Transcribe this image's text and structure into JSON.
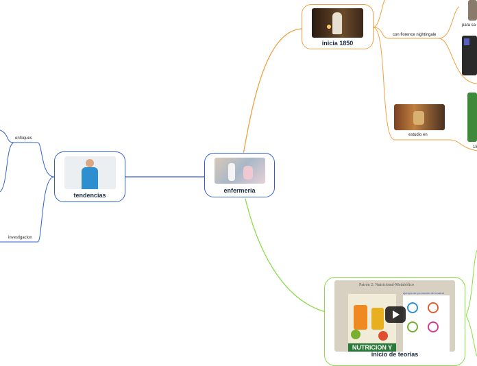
{
  "central": {
    "label": "enfermeria"
  },
  "left": {
    "main": {
      "label": "tendencias"
    },
    "children": [
      {
        "label": "enfoques"
      },
      {
        "label": "investigacion"
      }
    ]
  },
  "right": {
    "top": {
      "label": "inicia 1850",
      "children": [
        {
          "label": "para sa"
        },
        {
          "label": "con florence nightingale"
        },
        {
          "label": "estudio en"
        },
        {
          "label": "18"
        }
      ]
    },
    "bottom": {
      "label": "inicio de teorias",
      "video": {
        "title": "Patrón 2: Nutricional-Metabólico",
        "subtitle": "ejemplo de promoción de la salud",
        "banner": "NUTRICION Y"
      }
    }
  },
  "colors": {
    "blue": "#2f5fd0",
    "orange": "#f0a040",
    "green": "#88dd44"
  }
}
